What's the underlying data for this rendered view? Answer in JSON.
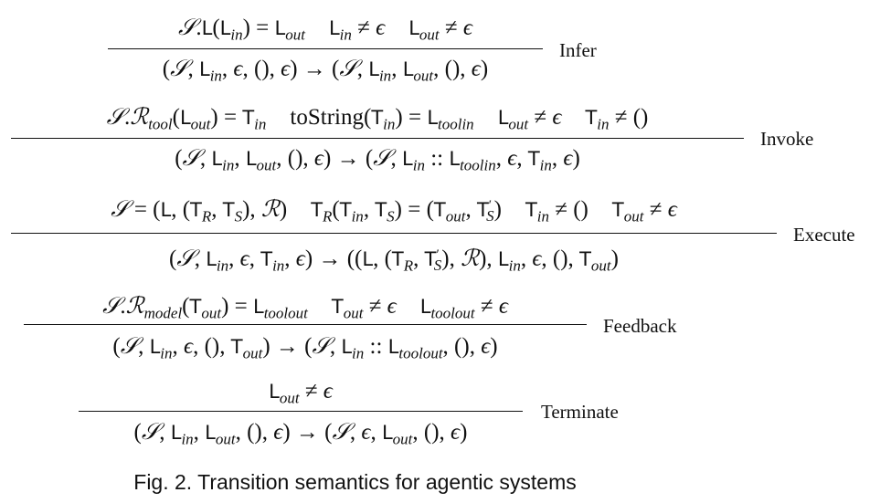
{
  "rules": [
    {
      "name": "Infer",
      "premises": [
        "S.L(L_in) = L_out",
        "L_in ≠ ε",
        "L_out ≠ ε"
      ],
      "conclusion": "(S, L_in, ε, (), ε) → (S, L_in, L_out, (), ε)"
    },
    {
      "name": "Invoke",
      "premises": [
        "S.R_tool(L_out) = T_in",
        "toString(T_in) = L_toolin",
        "L_out ≠ ε",
        "T_in ≠ ()"
      ],
      "conclusion": "(S, L_in, L_out, (), ε) → (S, L_in :: L_toolin, ε, T_in, ε)"
    },
    {
      "name": "Execute",
      "premises": [
        "S = (L, (T_R, T_S), R)",
        "T_R(T_in, T_S) = (T_out, T'_S)",
        "T_in ≠ ()",
        "T_out ≠ ε"
      ],
      "conclusion": "(S, L_in, ε, T_in, ε) → ((L, (T_R, T'_S), R), L_in, ε, (), T_out)"
    },
    {
      "name": "Feedback",
      "premises": [
        "S.R_model(T_out) = L_toolout",
        "T_out ≠ ε",
        "L_toolout ≠ ε"
      ],
      "conclusion": "(S, L_in, ε, (), T_out) → (S, L_in :: L_toolout, (), ε)"
    },
    {
      "name": "Terminate",
      "premises": [
        "L_out ≠ ε"
      ],
      "conclusion": "(S, L_in, L_out, (), ε) → (S, ε, L_out, (), ε)"
    }
  ],
  "caption": "Fig. 2.  Transition semantics for agentic systems"
}
